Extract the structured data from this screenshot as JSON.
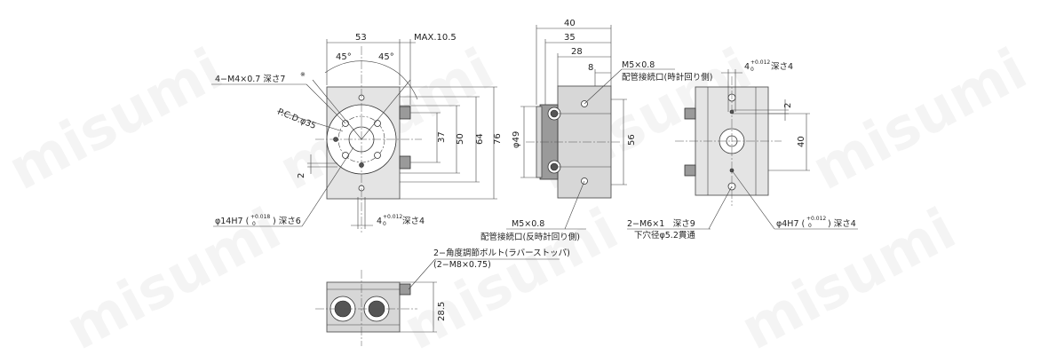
{
  "watermark": {
    "text": "misumi"
  },
  "views": {
    "front": {
      "dim_width_53": "53",
      "dim_max": "MAX.10.5",
      "angle_left": "45°",
      "angle_right": "45°",
      "tap_note_prefix": "4−M4×0.7 深さ7",
      "tap_note_sup": "※",
      "pcd": "P.C.D.φ35",
      "dim_37": "37",
      "dim_50": "50",
      "dim_64": "64",
      "dim_76": "76",
      "dim_2": "2",
      "bore_prefix": "φ14H7 (",
      "bore_tol_upper": "+0.018",
      "bore_tol_lower": "0",
      "bore_suffix": ") 深さ6",
      "slot_prefix": "4",
      "slot_tol_upper": "+0.012",
      "slot_tol_lower": "0",
      "slot_suffix": "深さ4"
    },
    "side": {
      "dim_40": "40",
      "dim_35": "35",
      "dim_28": "28",
      "dim_8": "8",
      "port_top_1": "M5×0.8",
      "port_top_2": "配管接続口(時計回り側)",
      "dim_phi49": "φ49",
      "dim_56": "56",
      "port_bottom_1": "M5×0.8",
      "port_bottom_2": "配管接続口(反時計回り側)"
    },
    "rear": {
      "slot_prefix": "4",
      "slot_tol_upper": "+0.012",
      "slot_tol_lower": "0",
      "slot_suffix": "深さ4",
      "dim_2": "2",
      "dim_40": "40",
      "tap_1": "2−M6×1　深さ9",
      "tap_2": "下穴径φ5.2貫通",
      "pin_prefix": "φ4H7 (",
      "pin_tol_upper": "+0.012",
      "pin_tol_lower": "0",
      "pin_suffix": ") 深さ4"
    },
    "bottom": {
      "bolt_1": "2−角度調節ボルト(ラバーストッパ)",
      "bolt_2": "(2−M8×0.75)",
      "dim_28_5": "28.5"
    }
  }
}
